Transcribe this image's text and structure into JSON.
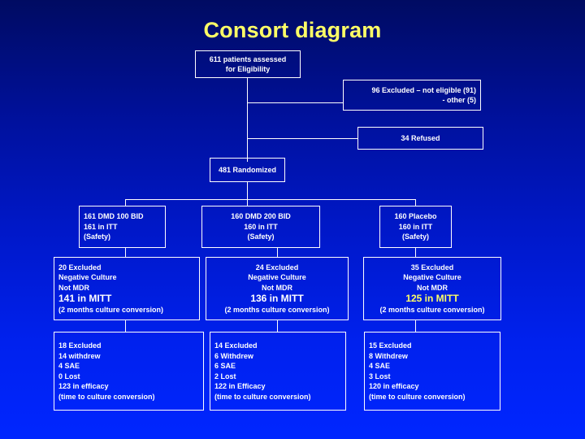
{
  "slide": {
    "title": "Consort diagram",
    "title_color": "#ffff66",
    "background_top_color": "#000b62",
    "background_bottom_color": "#0026ff",
    "box_border_color": "#ffffff",
    "text_color": "#ffffff",
    "highlight_color": "#ffff66"
  },
  "nodes": {
    "assessed": {
      "lines": [
        "611 patients assessed",
        "for Eligibility"
      ]
    },
    "excluded_eligibility": {
      "lines": [
        "96 Excluded – not eligible (91)",
        "- other (5)"
      ]
    },
    "refused": {
      "lines": [
        "34 Refused"
      ]
    },
    "randomized": {
      "lines": [
        "481 Randomized"
      ]
    },
    "arm1_alloc": {
      "lines": [
        "161 DMD 100 BID",
        "161 in ITT",
        "(Safety)"
      ]
    },
    "arm2_alloc": {
      "lines": [
        "160 DMD 200 BID",
        "160 in ITT",
        "(Safety)"
      ]
    },
    "arm3_alloc": {
      "lines": [
        "160 Placebo",
        "160 in ITT",
        "(Safety)"
      ]
    },
    "arm1_mitt": {
      "lines": [
        "20 Excluded",
        "Negative Culture",
        "Not MDR"
      ],
      "mitt": "141 in MITT",
      "mitt_highlight": false,
      "footer": "(2 months culture conversion)"
    },
    "arm2_mitt": {
      "lines": [
        "24 Excluded",
        "Negative Culture",
        "Not MDR"
      ],
      "mitt": "136 in MITT",
      "mitt_highlight": false,
      "footer": "(2 months culture conversion)"
    },
    "arm3_mitt": {
      "lines": [
        "35 Excluded",
        "Negative Culture",
        "Not MDR"
      ],
      "mitt": "125 in MITT",
      "mitt_highlight": true,
      "footer": "(2 months culture conversion)"
    },
    "arm1_efficacy": {
      "lines": [
        "18 Excluded",
        "14 withdrew",
        "4 SAE",
        "0 Lost",
        "123 in efficacy",
        " (time to culture conversion)"
      ]
    },
    "arm2_efficacy": {
      "lines": [
        "14 Excluded",
        "6 Withdrew",
        "6 SAE",
        "2 Lost",
        "122 in Efficacy",
        "(time to culture conversion)"
      ]
    },
    "arm3_efficacy": {
      "lines": [
        "15 Excluded",
        "8 Withdrew",
        "4 SAE",
        "3 Lost",
        "120 in efficacy",
        "(time to culture conversion)"
      ]
    }
  }
}
